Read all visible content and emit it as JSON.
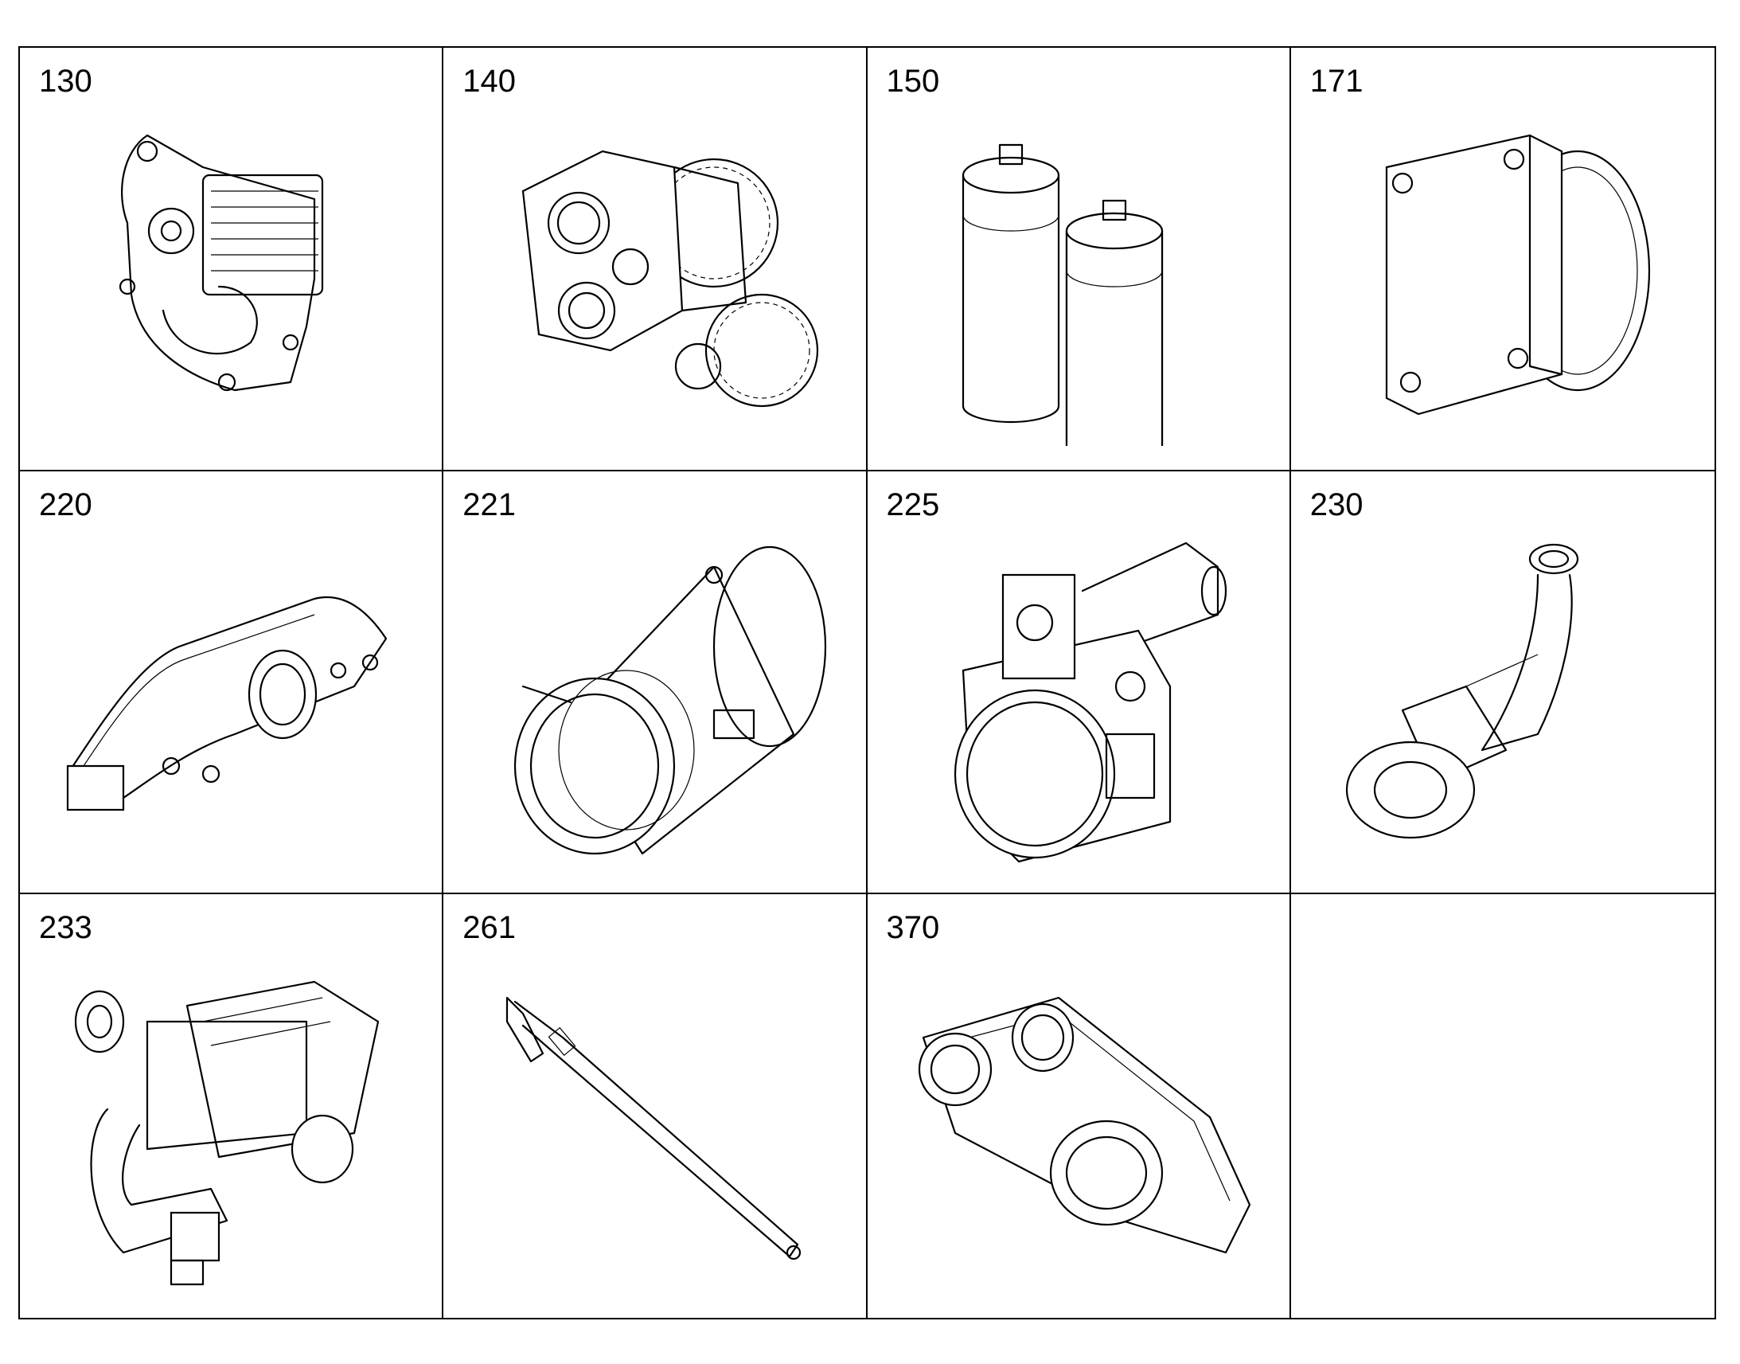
{
  "parts": [
    {
      "number": "130",
      "icon": "pump-assembly-icon"
    },
    {
      "number": "140",
      "icon": "gear-drive-icon"
    },
    {
      "number": "150",
      "icon": "oil-filters-icon"
    },
    {
      "number": "171",
      "icon": "cooler-cover-icon"
    },
    {
      "number": "220",
      "icon": "manifold-icon"
    },
    {
      "number": "221",
      "icon": "coupling-housing-icon"
    },
    {
      "number": "225",
      "icon": "valve-housing-icon"
    },
    {
      "number": "230",
      "icon": "elbow-pipe-icon"
    },
    {
      "number": "233",
      "icon": "pipe-assembly-icon"
    },
    {
      "number": "261",
      "icon": "rod-icon"
    },
    {
      "number": "370",
      "icon": "housing-cover-icon"
    },
    {
      "number": "",
      "icon": ""
    }
  ]
}
